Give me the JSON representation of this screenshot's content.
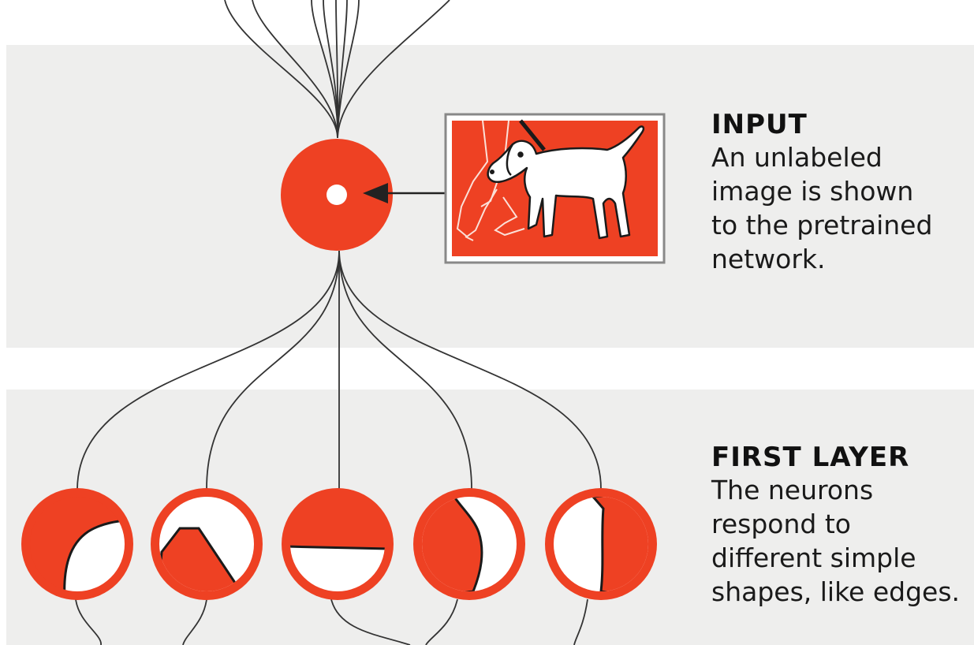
{
  "input_section": {
    "title": "INPUT",
    "description": "An unlabeled\nimage is shown\nto the pretrained\nnetwork."
  },
  "first_layer_section": {
    "title": "FIRST LAYER",
    "description": "The neurons\nrespond to\ndifferent simple\nshapes, like edges."
  },
  "input_image": {
    "subject": "dog on leash walking beside person"
  },
  "first_layer_neurons": [
    {
      "shape": "curved-corner-edge"
    },
    {
      "shape": "peak-edge"
    },
    {
      "shape": "horizontal-edge"
    },
    {
      "shape": "crescent-curve-edge"
    },
    {
      "shape": "vertical-edge"
    }
  ],
  "colors": {
    "neuron": "#ee4123",
    "band": "#eeeeed",
    "line": "#333333",
    "text": "#111111"
  }
}
